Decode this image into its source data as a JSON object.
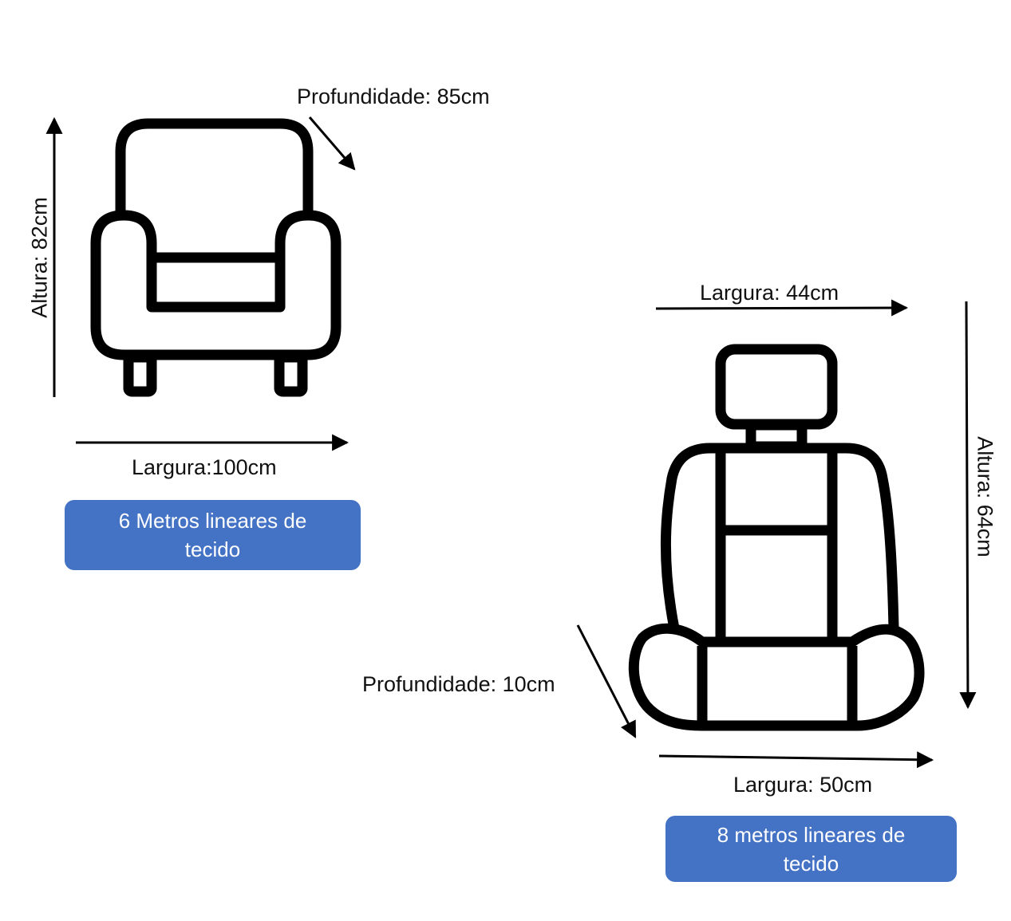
{
  "armchair": {
    "depth_label": "Profundidade: 85cm",
    "height_label": "Altura: 82cm",
    "width_label": "Largura:100cm",
    "fabric_line1": "6 Metros lineares de",
    "fabric_line2": "tecido",
    "icon": "armchair-icon"
  },
  "car_seat": {
    "top_width_label": "Largura: 44cm",
    "height_label": "Altura: 64cm",
    "depth_label": "Profundidade: 10cm",
    "bottom_width_label": "Largura: 50cm",
    "fabric_line1": "8 metros lineares de",
    "fabric_line2": "tecido",
    "icon": "car-seat-icon"
  },
  "colors": {
    "badge": "#4472c4",
    "badge_text": "#ffffff",
    "lines": "#000000"
  }
}
